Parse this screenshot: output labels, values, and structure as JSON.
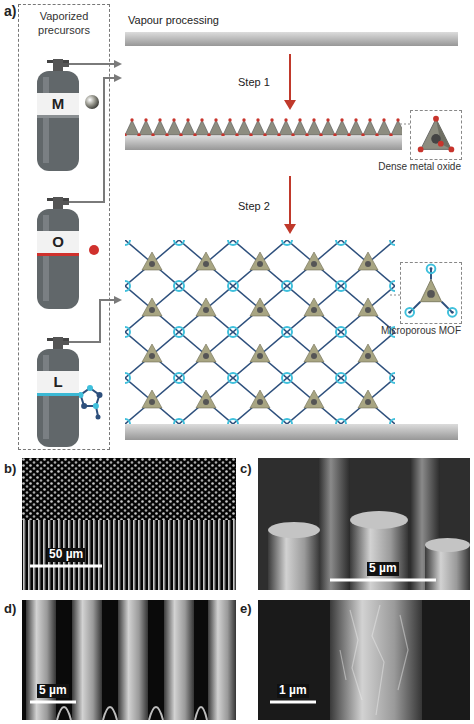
{
  "diagram": {
    "nodes": [
      {
        "text": [
          "Vaporized precursors"
        ]
      },
      {
        "text": [
          "M"
        ],
        "in": 0
      },
      {
        "text": [
          "O"
        ],
        "in": 0
      },
      {
        "text": [
          "L"
        ],
        "in": 0
      },
      {
        "text": [
          "Dense metal oxide"
        ]
      },
      {
        "text": [
          "Microporous MOF"
        ]
      }
    ],
    "labels": [
      "a)",
      "Vapour processing",
      "Step 1",
      "Step 2",
      "b)",
      "50 µm",
      "c)",
      "5 µm",
      "d)",
      "5 µm",
      "e)",
      "1 µm"
    ]
  }
}
